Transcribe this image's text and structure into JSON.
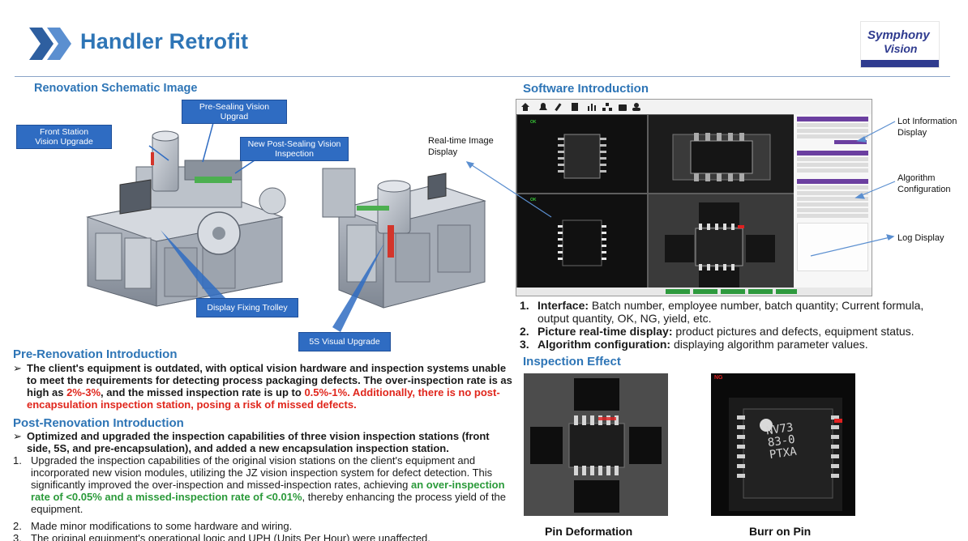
{
  "header": {
    "title": "Handler Retrofit",
    "logo_line1": "Symphony",
    "logo_line2": "Vision"
  },
  "schematic": {
    "heading": "Renovation Schematic Image",
    "callouts": {
      "front_station": "Front Station\nVision Upgrade",
      "pre_sealing": "Pre-Sealing Vision\nUpgrad",
      "post_sealing": "New Post-Sealing Vision\nInspection",
      "trolley": "Display Fixing Trolley",
      "visual_5s": "5S Visual Upgrade"
    }
  },
  "pre_renovation": {
    "heading": "Pre-Renovation Introduction",
    "p1": "The client's equipment is outdated, with optical vision hardware and inspection systems unable to meet the requirements for detecting process packaging defects. The over-inspection rate is as high as ",
    "p1_red1": "2%-3%",
    "p1_mid": ", and the missed inspection rate is up to ",
    "p1_red2": "0.5%-1%",
    "p1_red3": ". Additionally, there is no post-encapsulation inspection station, posing a risk of missed defects."
  },
  "post_renovation": {
    "heading": "Post-Renovation Introduction",
    "bullet": "Optimized and upgraded the inspection capabilities of three vision inspection stations (front side, 5S, and pre-encapsulation), and added a new encapsulation inspection station.",
    "items": [
      {
        "num": "1.",
        "pre": "Upgraded the inspection capabilities of the original vision stations on the client's equipment and incorporated new vision modules, utilizing the JZ vision inspection system for defect detection. This significantly improved the over-inspection and missed-inspection rates, achieving ",
        "green": "an over-inspection rate of <0.05% and a missed-inspection rate of <0.01%",
        "post": ", thereby enhancing the process yield of the equipment."
      },
      {
        "num": "2.",
        "pre": "Made minor modifications to some hardware and wiring."
      },
      {
        "num": "3.",
        "pre": "The original equipment's operational logic and UPH (Units Per Hour) were unaffected."
      }
    ]
  },
  "software": {
    "heading": "Software Introduction",
    "label_realtime": "Real-time Image\nDisplay",
    "label_lot": "Lot Information\nDisplay",
    "label_algo": "Algorithm\nConfiguration",
    "label_log": "Log Display",
    "ok1": "OK",
    "ok2": "OK",
    "items": [
      {
        "num": "1.",
        "key": "Interface:",
        "text": " Batch number, employee number, batch quantity; Current formula, output quantity, OK, NG, yield, etc."
      },
      {
        "num": "2.",
        "key": "Picture real-time display:",
        "text": " product pictures and defects, equipment status."
      },
      {
        "num": "3.",
        "key": "Algorithm configuration:",
        "text": " displaying algorithm parameter values."
      }
    ]
  },
  "inspection": {
    "heading": "Inspection Effect",
    "caption_left": "Pin Deformation",
    "caption_right": "Burr on Pin",
    "ng": "NG",
    "chip_text": "NV73\n83-0\nPTXA"
  },
  "colors": {
    "accent": "#2e75b6",
    "red": "#e0261c",
    "green": "#2b9a3a",
    "callout": "#2f6cc2"
  }
}
